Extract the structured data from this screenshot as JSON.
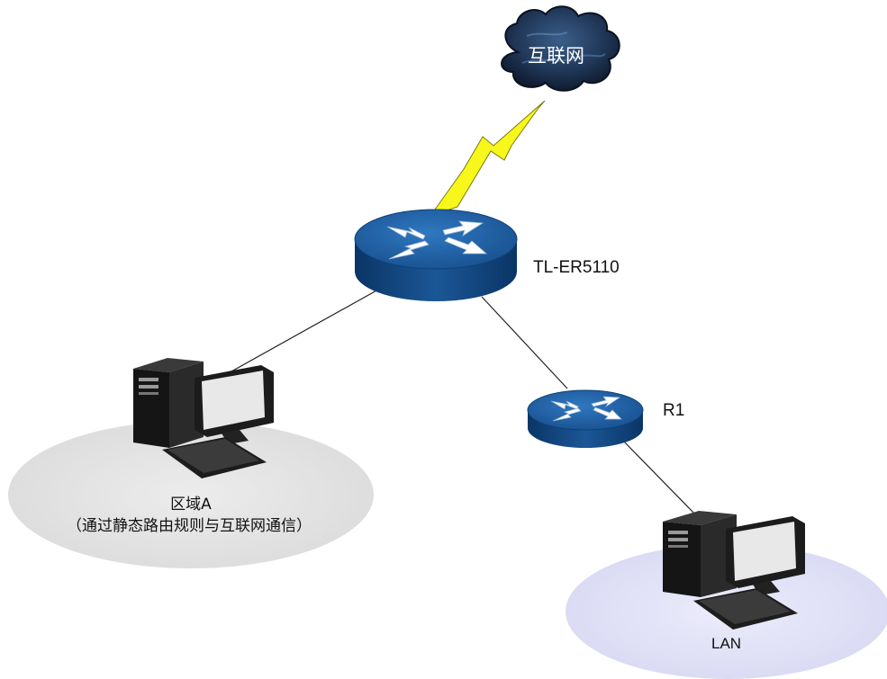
{
  "internet": {
    "label": "互联网"
  },
  "routers": {
    "main": {
      "label": "TL-ER5110"
    },
    "r1": {
      "label": "R1"
    }
  },
  "zones": {
    "area_a": {
      "title": "区域A",
      "note": "（通过静态路由规则与互联网通信）"
    },
    "lan": {
      "title": "LAN"
    }
  },
  "colors": {
    "router_top": "#1f5fa6",
    "router_side": "#0d3f75",
    "cloud": "#1b2a44",
    "bolt": "#f5f51a",
    "zone_a_fill": "#e6e6e6",
    "zone_lan_fill": "#e5e5f8"
  }
}
